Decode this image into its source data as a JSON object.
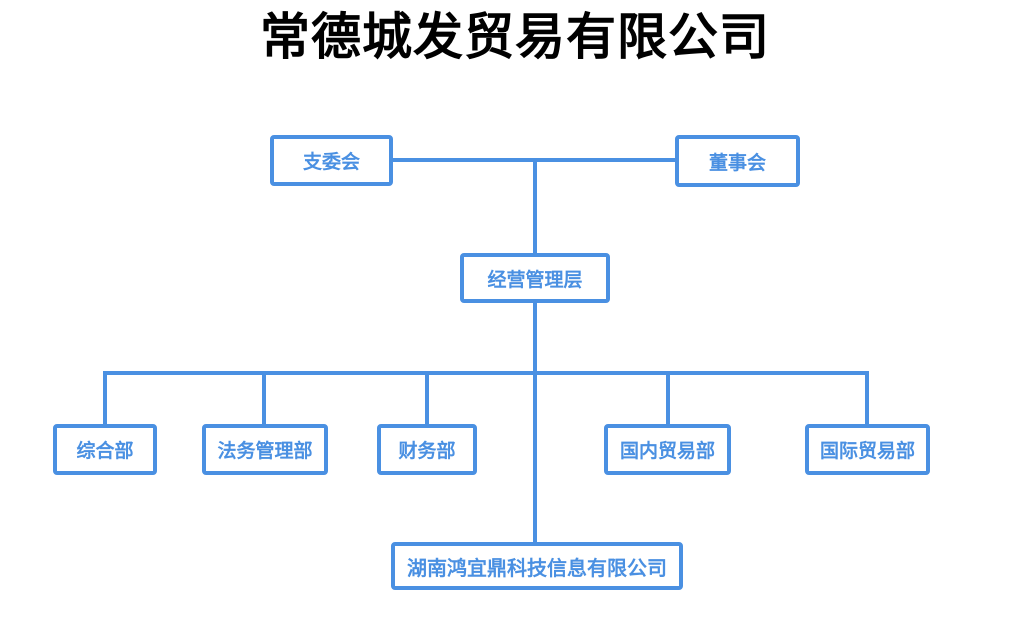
{
  "title": "常德城发贸易有限公司",
  "colors": {
    "accent_blue": "#4a90e2",
    "title_text": "#000000",
    "background": "#ffffff"
  },
  "org_chart": {
    "type": "org-tree",
    "governance": [
      {
        "label": "支委会"
      },
      {
        "label": "董事会"
      }
    ],
    "management": {
      "label": "经营管理层"
    },
    "departments": [
      {
        "label": "综合部"
      },
      {
        "label": "法务管理部"
      },
      {
        "label": "财务部"
      },
      {
        "label": "国内贸易部"
      },
      {
        "label": "国际贸易部"
      }
    ],
    "subsidiary": {
      "label": "湖南鸿宜鼎科技信息有限公司"
    }
  }
}
